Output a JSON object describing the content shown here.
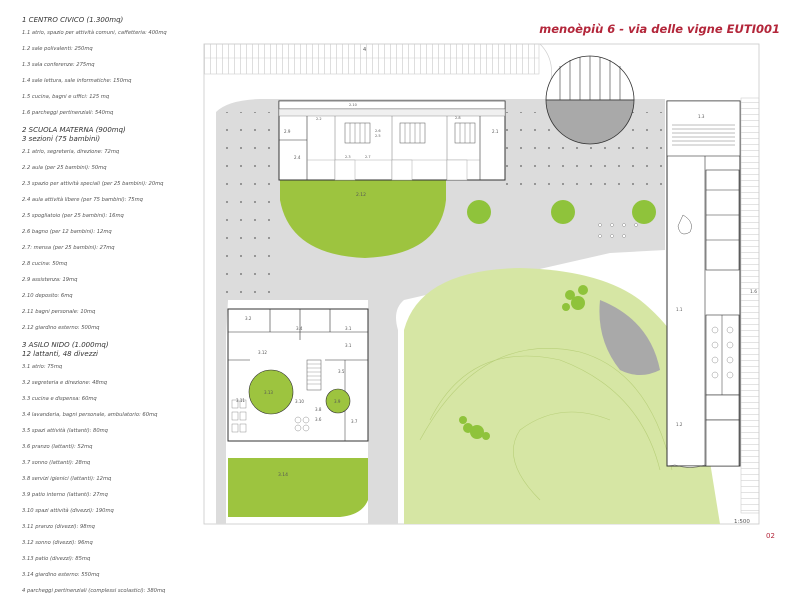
{
  "header": {
    "title": "menoèpiù 6 - via delle vigne EUTI001"
  },
  "legend": {
    "sections": [
      {
        "heading": "1 CENTRO CIVICO (1.300mq)",
        "subheading": "",
        "items": [
          "1.1 atrio, spazio per attività comuni, caffetteria: 400mq",
          "1.2 sale polivalenti: 250mq",
          "1.3 sala conferenze: 275mq",
          "1.4 sale lettura, sale informatiche: 150mq",
          "1.5 cucina, bagni e uffici: 125 mq",
          "1.6 parcheggi pertinenziali: 540mq"
        ]
      },
      {
        "heading": "2 SCUOLA MATERNA (900mq)",
        "subheading": "3 sezioni (75 bambini)",
        "items": [
          "2.1 atrio, segreteria, direzione: 72mq",
          "2.2 aula (per 25 bambini): 50mq",
          "2.3 spazio per attività speciali (per 25 bambini): 20mq",
          "2.4 aula attività libere (per 75 bambini): 75mq",
          "2.5 spogliatoio (per 25 bambini): 16mq",
          "2.6 bagno (per 12 bambini): 12mq",
          "2.7: mensa (per 25 bambini): 27mq",
          "2.8 cucina: 50mq",
          "2.9 assistenza: 19mq",
          "2.10 deposito: 6mq",
          "2.11 bagni personale: 10mq",
          "2.12 giardino esterno: 500mq"
        ]
      },
      {
        "heading": "3 ASILO NIDO (1.000mq)",
        "subheading": "12 lattanti, 48 divezzi",
        "items": [
          "3.1 atrio: 75mq",
          "3.2 segreteria e direzione: 48mq",
          "3.3 cucina e dispensa: 60mq",
          "3.4 lavanderia, bagni personale, ambulatorio: 60mq",
          "3.5 spazi attività (lattanti): 80mq",
          "3.6 pranzo (lattanti): 52mq",
          "3.7 sonno (lattanti): 28mq",
          "3.8 servizi igienici (lattanti): 12mq",
          "3.9 patio interno (lattanti): 27mq",
          "3.10 spazi attività (divezzi): 190mq",
          "3.11 pranzo (divezzi): 98mq",
          "3.12 sonno (divezzi): 96mq",
          "3.13 patio (divezzi): 85mq",
          "3.14 giardino esterno: 550mq"
        ]
      }
    ],
    "footnote": "4 parcheggi pertinenziali (complessi scolastici): 380mq"
  },
  "plan_labels": {
    "l4": "4",
    "l1_3": "1.3",
    "l1_6": "1.6",
    "l1_1": "1.1",
    "l1_2": "1.2",
    "l2_9": "2.9",
    "l2_4": "2.4",
    "l2_1": "2.1",
    "l2_12": "2.12",
    "l2_10": "2.10",
    "l2_2": "2.2",
    "l2_3": "2.3",
    "l2_7": "2.7",
    "l2_6": "2.6",
    "l2_5": "2.5",
    "l2_8": "2.8",
    "l3_2": "3.2",
    "l3_4": "3.4",
    "l3_1": "3.1",
    "l3_12": "3.12",
    "l3_5": "3.5",
    "l3_13": "3.13",
    "l3_11": "3.11",
    "l3_9": "3.9",
    "l3_10": "3.10",
    "l3_6": "3.6",
    "l3_8": "3.8",
    "l3_7": "3.7",
    "l3_14": "3.14"
  },
  "footer": {
    "scale": "1:500",
    "page": "02"
  },
  "colors": {
    "title": "#b3263a",
    "lawn_dark": "#9dc43f",
    "lawn_light": "#d6e6a4",
    "paving": "#dcdcdc",
    "tree": "#8fc33b"
  }
}
